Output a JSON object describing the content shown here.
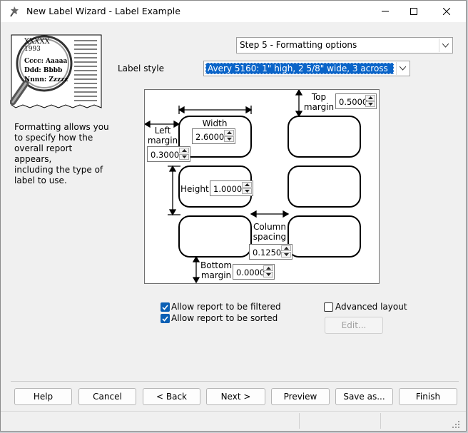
{
  "window": {
    "title": "New Label Wizard - Label Example"
  },
  "illustration": {
    "line1": "XXXXX",
    "line2": "1993",
    "line3": "Cccc: Aaaaa",
    "line4": "Ddd: Bbbb",
    "line5": "Nnnn: Zzzzz"
  },
  "description": "Formatting allows you\nto specify how the\noverall report appears,\nincluding the type of\nlabel to use.",
  "step_select": {
    "value": "Step 5 - Formatting options"
  },
  "label_style": {
    "label": "Label style",
    "value": "Avery 5160: 1\" high, 2 5/8\" wide, 3 across"
  },
  "layout": {
    "top_margin": {
      "label": "Top\nmargin",
      "value": "0.5000"
    },
    "width": {
      "label": "Width",
      "value": "2.6000"
    },
    "left_margin": {
      "label": "Left\nmargin",
      "value": "0.3000"
    },
    "height": {
      "label": "Height",
      "value": "1.0000"
    },
    "column_spacing": {
      "label": "Column\nspacing",
      "value": "0.1250"
    },
    "bottom_margin": {
      "label": "Bottom\nmargin",
      "value": "0.0000"
    }
  },
  "options": {
    "allow_filtered": {
      "label": "Allow report to be filtered",
      "checked": true
    },
    "allow_sorted": {
      "label": "Allow report to be sorted",
      "checked": true
    },
    "advanced_layout": {
      "label": "Advanced layout",
      "checked": false
    },
    "edit_label": "Edit..."
  },
  "buttons": {
    "help": "Help",
    "cancel": "Cancel",
    "back": "< Back",
    "next": "Next >",
    "preview": "Preview",
    "save_as": "Save as...",
    "finish": "Finish"
  }
}
